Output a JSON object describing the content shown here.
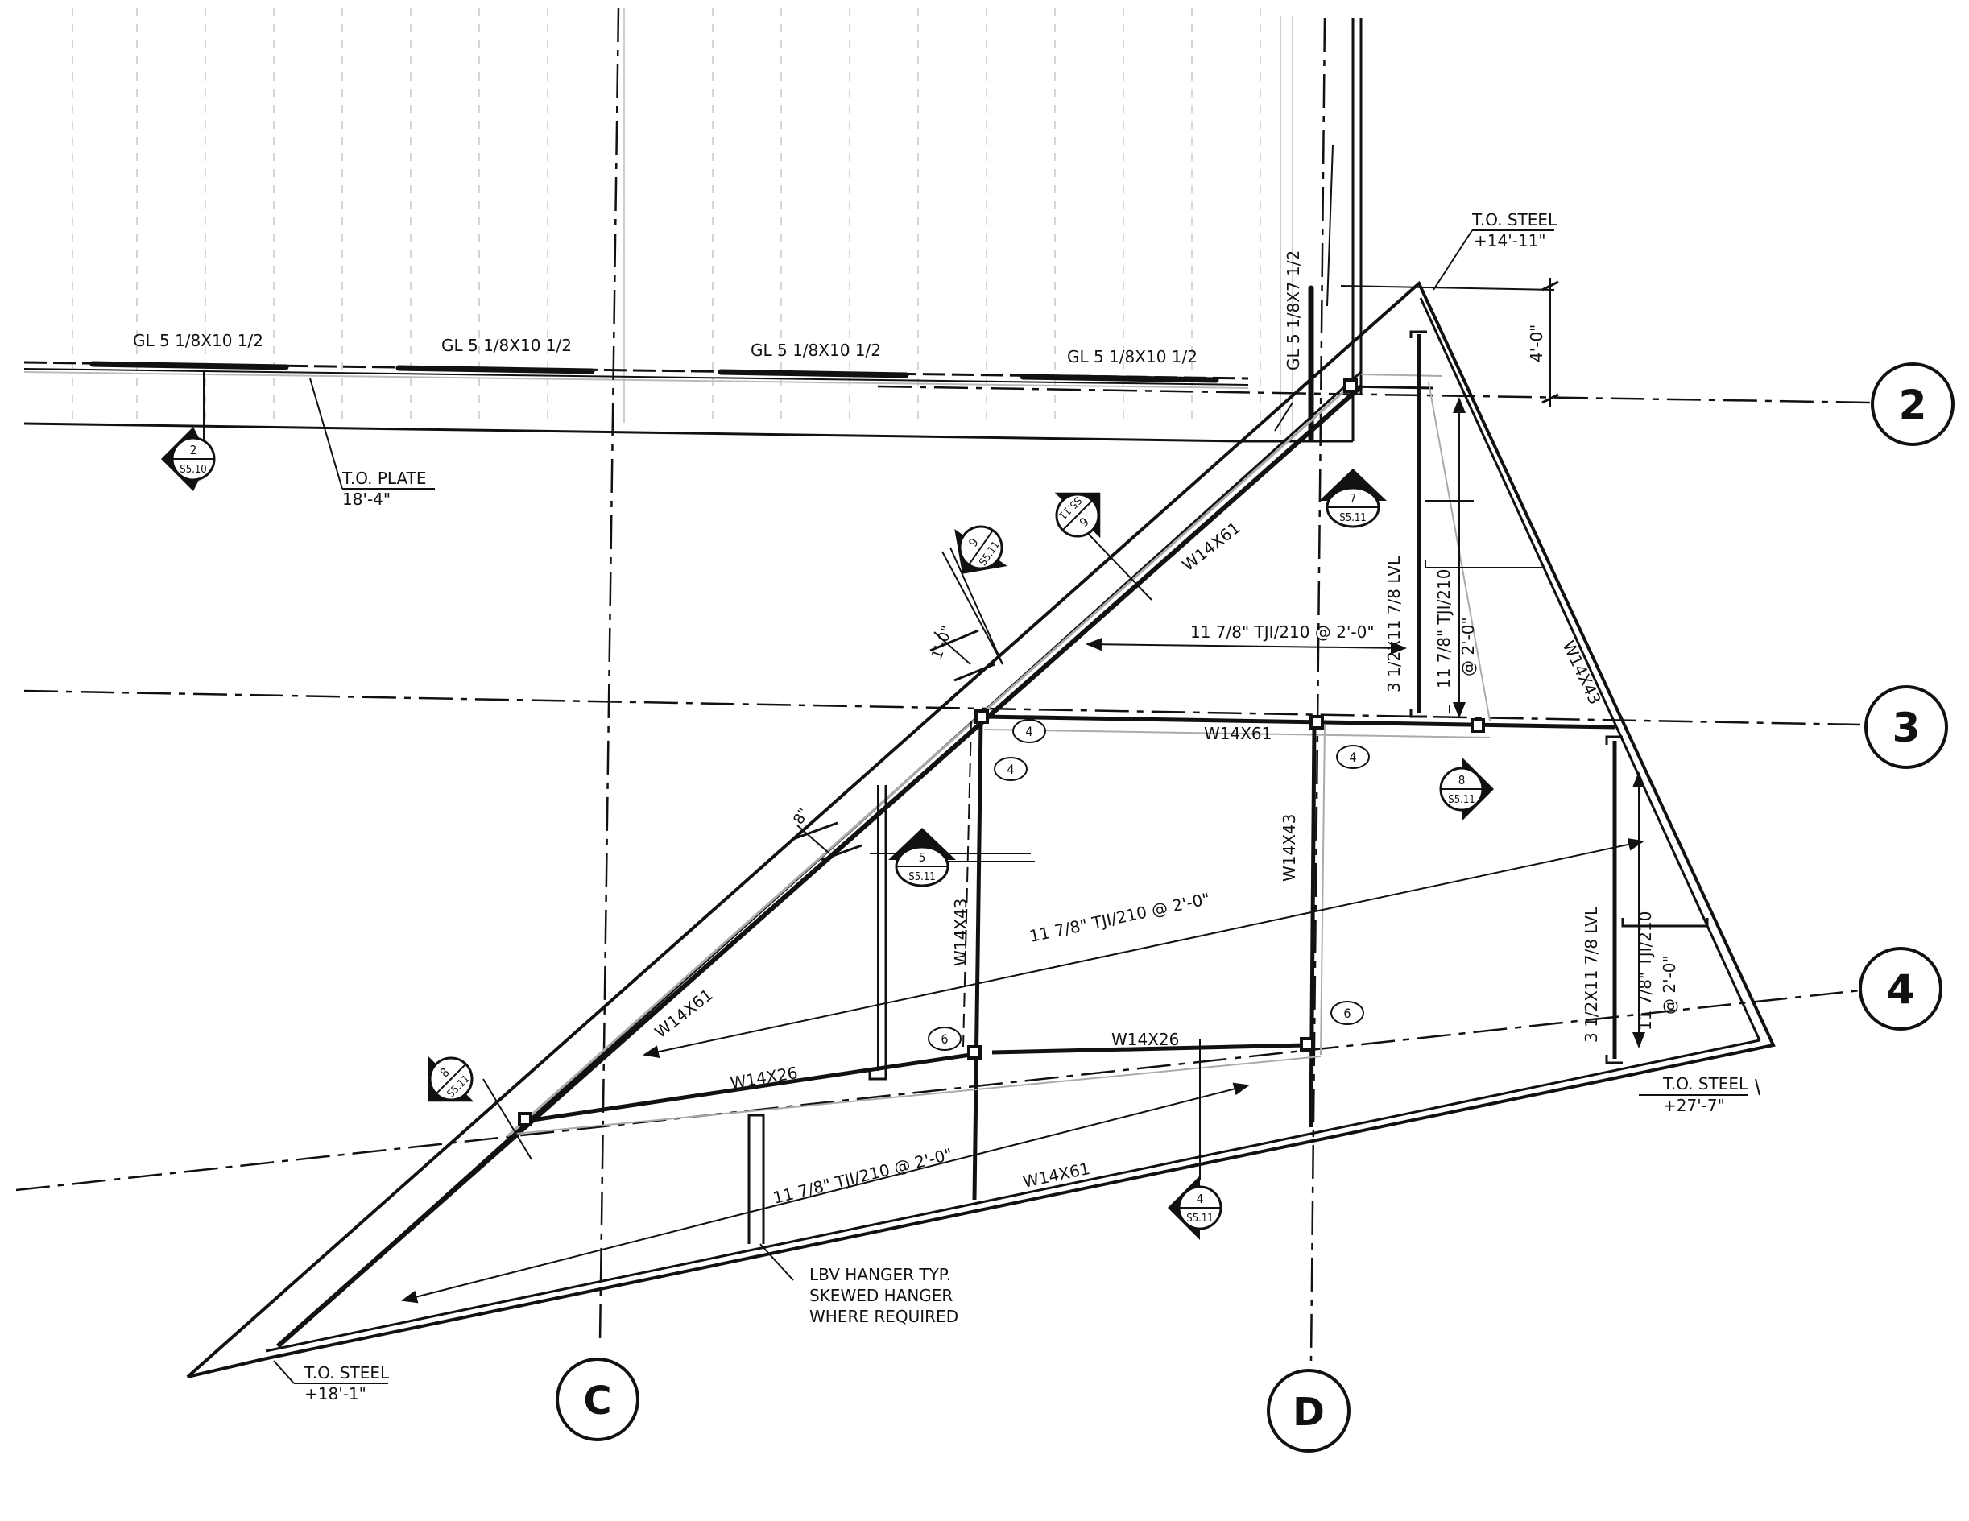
{
  "gridlines": {
    "row_2": "2",
    "row_3": "3",
    "row_4": "4",
    "col_c": "C",
    "col_d": "D"
  },
  "elevations": {
    "to_steel_top": {
      "title": "T.O. STEEL",
      "value": "+14'-11\""
    },
    "to_steel_right": {
      "title": "T.O. STEEL",
      "value": "+27'-7\""
    },
    "to_steel_left": {
      "title": "T.O. STEEL",
      "value": "+18'-1\""
    },
    "to_plate": {
      "title": "T.O. PLATE",
      "value": "18'-4\""
    }
  },
  "dimensions": {
    "dim_4ft": "4'-0\"",
    "dim_1ft": "1'-0\"",
    "dim_8in": "8\""
  },
  "members": {
    "gl_1": "GL 5 1/8X10 1/2",
    "gl_2": "GL 5 1/8X10 1/2",
    "gl_3": "GL 5 1/8X10 1/2",
    "gl_4": "GL 5 1/8X10 1/2",
    "gl_vert": "GL 5 1/8X7 1/2",
    "w14x61_diag_upper": "W14X61",
    "w14x61_diag_lower": "W14X61",
    "w14x61_grid3": "W14X61",
    "w14x61_bottom": "W14X61",
    "w14x43_right": "W14X43",
    "w14x43_mid": "W14X43",
    "w14x43_left": "W14X43",
    "w14x26_left": "W14X26",
    "w14x26_right": "W14X26",
    "lvl_upper": "3 1/2X11 7/8 LVL",
    "lvl_lower": "3 1/2X11 7/8 LVL"
  },
  "joists": {
    "tji_upper": "11 7/8\" TJI/210 @ 2'-0\"",
    "tji_upper_right_a": "11 7/8\" TJI/210",
    "tji_upper_right_b": "@ 2'-0\"",
    "tji_middle": "11 7/8\" TJI/210 @ 2'-0\"",
    "tji_lower": "11 7/8\" TJI/210 @ 2'-0\"",
    "tji_lower_right_a": "11 7/8\" TJI/210",
    "tji_lower_right_b": "@ 2'-0\""
  },
  "notes": {
    "hanger_1": "LBV HANGER TYP.",
    "hanger_2": "SKEWED HANGER",
    "hanger_3": "WHERE REQUIRED"
  },
  "section_marks": {
    "s2": {
      "num": "2",
      "sheet": "S5.10"
    },
    "s9": {
      "num": "9",
      "sheet": "S5.11"
    },
    "s6": {
      "num": "6",
      "sheet": "S5.11"
    },
    "s7": {
      "num": "7",
      "sheet": "S5.11"
    },
    "s8_right": {
      "num": "8",
      "sheet": "S5.11"
    },
    "s5": {
      "num": "5",
      "sheet": "S5.11"
    },
    "s8_left": {
      "num": "8",
      "sheet": "S5.11"
    },
    "s4": {
      "num": "4",
      "sheet": "S5.11"
    }
  },
  "connection_tags": {
    "c4_a": "4",
    "c4_b": "4",
    "c4_c": "4",
    "c6_a": "6",
    "c6_b": "6"
  }
}
